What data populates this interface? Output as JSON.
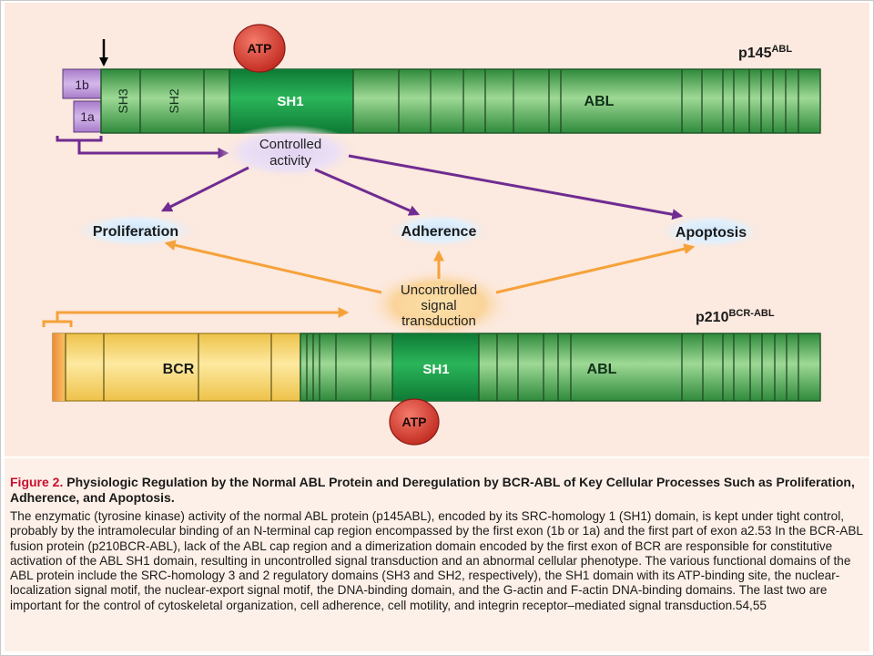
{
  "top_protein": {
    "name": "p145",
    "name_sup": "ABL",
    "segments": {
      "exon_1b": "1b",
      "exon_1a": "1a",
      "sh3": "SH3",
      "sh2": "SH2",
      "sh1": "SH1",
      "abl": "ABL"
    },
    "atp": "ATP"
  },
  "controlled_activity": {
    "line1": "Controlled",
    "line2": "activity"
  },
  "outcomes": {
    "proliferation": "Proliferation",
    "adherence": "Adherence",
    "apoptosis": "Apoptosis"
  },
  "uncontrolled": {
    "line1": "Uncontrolled",
    "line2": "signal",
    "line3": "transduction"
  },
  "bottom_protein": {
    "name": "p210",
    "name_sup": "BCR-ABL",
    "segments": {
      "bcr": "BCR",
      "sh1": "SH1",
      "abl": "ABL"
    },
    "atp": "ATP"
  },
  "caption": {
    "figure_label": "Figure 2.",
    "title": "Physiologic Regulation by the Normal ABL Protein and Deregulation by BCR-ABL of Key Cellular Processes Such as Proliferation, Adherence, and Apoptosis.",
    "body": "The enzymatic (tyrosine kinase) activity of the normal ABL protein (p145ABL), encoded by its SRC-homology 1 (SH1) domain, is kept under tight control, probably by the intramolecular binding of an N-terminal cap region encompassed by the first exon (1b or 1a) and the first part of exon a2.53 In the BCR-ABL fusion protein (p210BCR-ABL), lack of the ABL cap region and a dimerization domain encoded by the first exon of BCR are responsible for constitutive activation of the ABL SH1 domain, resulting in uncontrolled signal transduction and an abnormal cellular phenotype. The various functional domains of the ABL protein include the SRC-homology 3 and 2 regulatory domains (SH3 and SH2, respectively), the SH1 domain with its ATP-binding site, the nuclear-localization signal motif, the nuclear-export signal motif, the DNA-binding domain, and the G-actin and F-actin DNA-binding domains. The last two are important for the control of cytoskeletal organization, cell adherence, cell motility, and integrin receptor–mediated signal transduction.54,55"
  },
  "colors": {
    "panel_bg": "#fce9df",
    "green_dark": "#2e8b3e",
    "green_light": "#8fd08a",
    "sh1_green": "#1a9a4a",
    "yellow": "#f6d86a",
    "purple": "#6f2c91",
    "purple_light": "#c9a8e0",
    "orange": "#f5a23a",
    "atp_red": "#d93a2f",
    "caption_red": "#c8102e"
  }
}
